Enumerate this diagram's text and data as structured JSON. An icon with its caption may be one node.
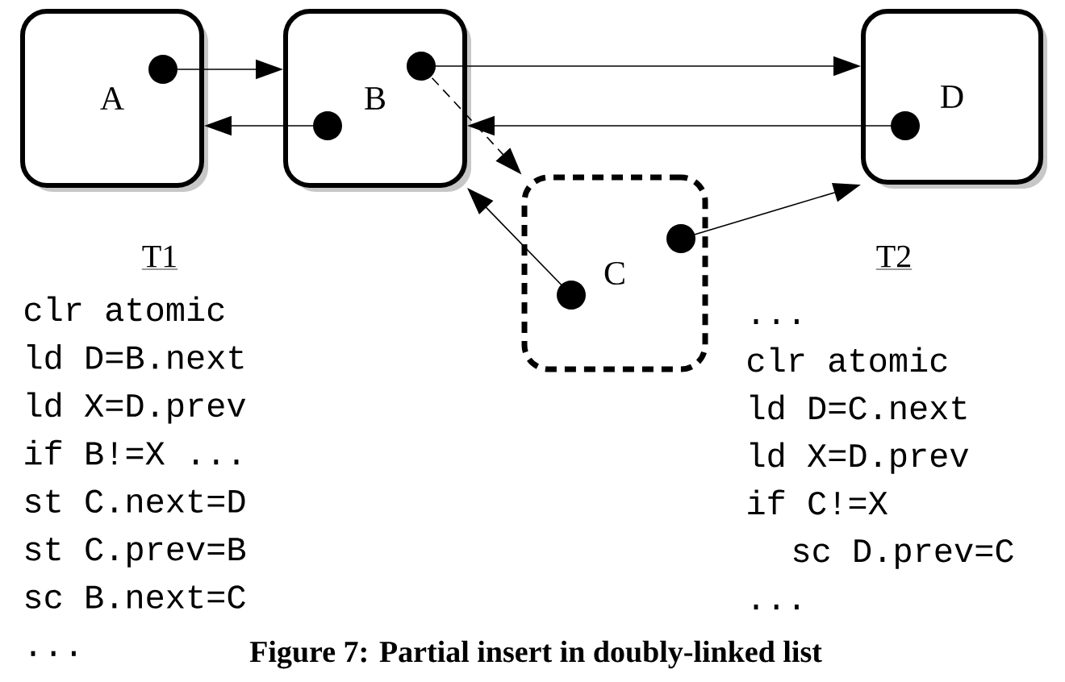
{
  "diagram": {
    "caption": "Figure 7: Partial insert in doubly-linked list",
    "nodes": [
      {
        "text": [
          "A"
        ]
      },
      {
        "text": [
          "B"
        ]
      },
      {
        "text": [
          "D"
        ]
      },
      {
        "text": [
          "C"
        ]
      }
    ],
    "edges": [
      {
        "from": 0,
        "to": 1,
        "arrow": "to"
      },
      {
        "from": 1,
        "to": 0,
        "arrow": "to"
      },
      {
        "from": 1,
        "to": 2,
        "arrow": "to"
      },
      {
        "from": 2,
        "to": 1,
        "arrow": "to"
      },
      {
        "from": 1,
        "to": 3,
        "arrow": "to",
        "style": "dashed"
      },
      {
        "from": 3,
        "to": 1,
        "arrow": "to"
      },
      {
        "from": 3,
        "to": 2,
        "arrow": "to"
      }
    ],
    "labels": [
      "T1",
      "T2",
      "clr atomic",
      "ld D=B.next",
      "ld X=D.prev",
      "if B!=X ...",
      "st C.next=D",
      "st C.prev=B",
      "sc B.next=C",
      "...",
      "...",
      "clr atomic",
      "ld D=C.next",
      "ld X=D.prev",
      "if C!=X",
      "sc D.prev=C",
      "..."
    ]
  }
}
